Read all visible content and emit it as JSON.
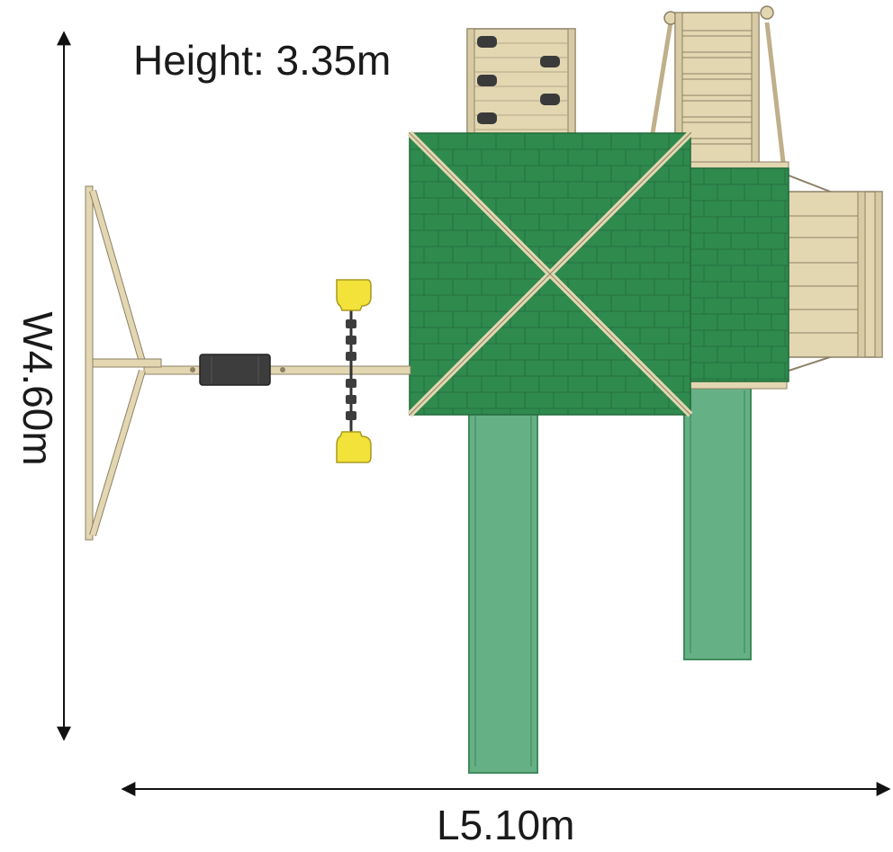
{
  "labels": {
    "height": "Height: 3.35m",
    "width": "W4.60m",
    "length": "L5.10m"
  },
  "colors": {
    "roof": "#2f8a4e",
    "roof_line": "#236b3b",
    "timber": "#e3d7b2",
    "timber_line": "#8c8067",
    "slide": "#66b085",
    "slide_edge": "#3f8a5e",
    "seat_yellow": "#f2e23a",
    "tyre": "#3d3d3d",
    "arrow": "#111111"
  },
  "components": [
    {
      "name": "swing-a-frame-icon"
    },
    {
      "name": "swing-beam-icon"
    },
    {
      "name": "tyre-swing-icon"
    },
    {
      "name": "seesaw-icon"
    },
    {
      "name": "roof-icon"
    },
    {
      "name": "deck-icon"
    },
    {
      "name": "climbing-wall-icon"
    },
    {
      "name": "ladder-icon"
    },
    {
      "name": "side-ramp-icon"
    },
    {
      "name": "slide-left-icon"
    },
    {
      "name": "slide-right-icon"
    }
  ]
}
